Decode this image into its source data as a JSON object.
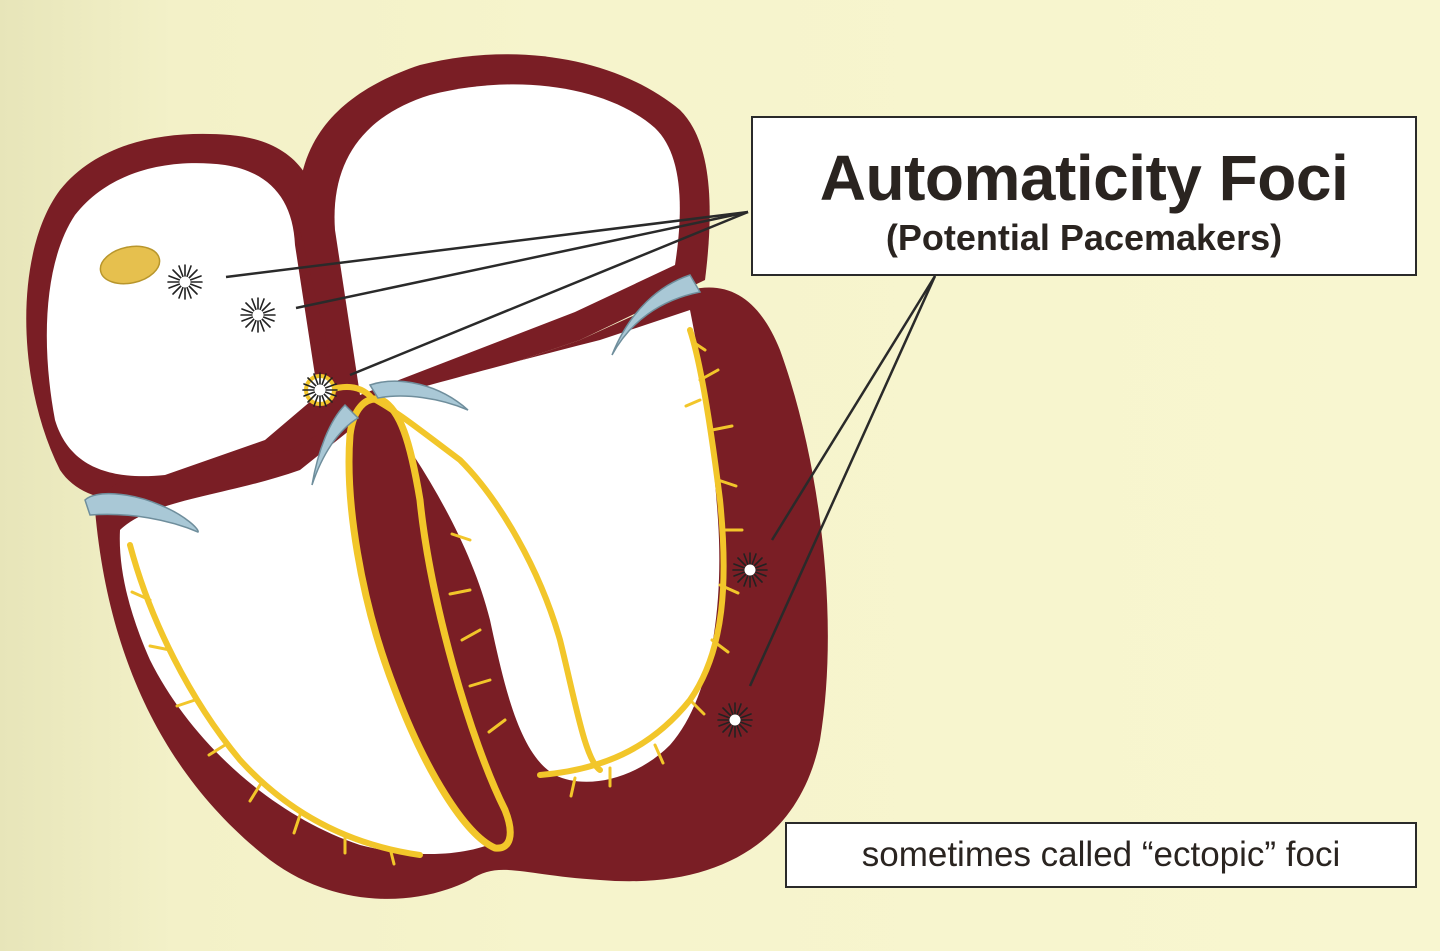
{
  "labels": {
    "title": "Automaticity Foci",
    "subtitle": "(Potential Pacemakers)",
    "note": "sometimes called “ectopic” foci"
  },
  "colors": {
    "background": "#f6f4cc",
    "myocardium": "#7a1e25",
    "chamber": "#ffffff",
    "conduction": "#f2c62a",
    "valve": "#a9c8d6",
    "sa_node": "#e6c04e",
    "leader_line": "#2a2a2a"
  },
  "icons": {
    "focus": "starburst-icon"
  }
}
